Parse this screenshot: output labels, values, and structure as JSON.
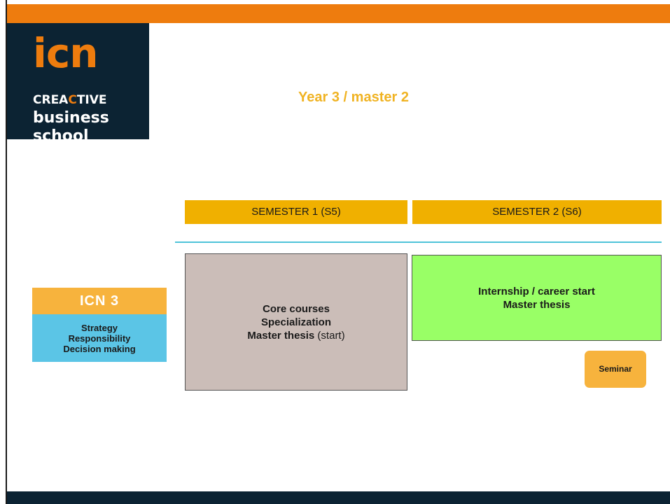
{
  "logo": {
    "brand": "icn",
    "line1_pre": "CREA",
    "line1_accent": "C",
    "line1_post": "TIVE",
    "line2": "business",
    "line3": "school"
  },
  "title": "Year 3 / master 2",
  "semesters": [
    {
      "label": "SEMESTER 1 (S5)"
    },
    {
      "label": "SEMESTER 2 (S6)"
    }
  ],
  "icn3": {
    "heading": "ICN 3",
    "items": [
      "Strategy",
      "Responsibility",
      "Decision making"
    ]
  },
  "core_box": {
    "line1": "Core courses",
    "line2": "Specialization",
    "line3_bold": "Master thesis",
    "line3_normal": " (start)"
  },
  "internship_box": {
    "line1": "Internship / career start",
    "line2": "Master thesis"
  },
  "seminar": "Seminar",
  "colors": {
    "orange_bar": "#ee7c0e",
    "navy": "#0c2333",
    "semester_yellow": "#f0b000",
    "title_gold": "#f0b323",
    "icn3_orange": "#f7b33d",
    "icn3_blue": "#5bc5e6",
    "core_taupe": "#cbbdb8",
    "intern_green": "#99ff66",
    "divider_cyan": "#4fc3d9"
  }
}
